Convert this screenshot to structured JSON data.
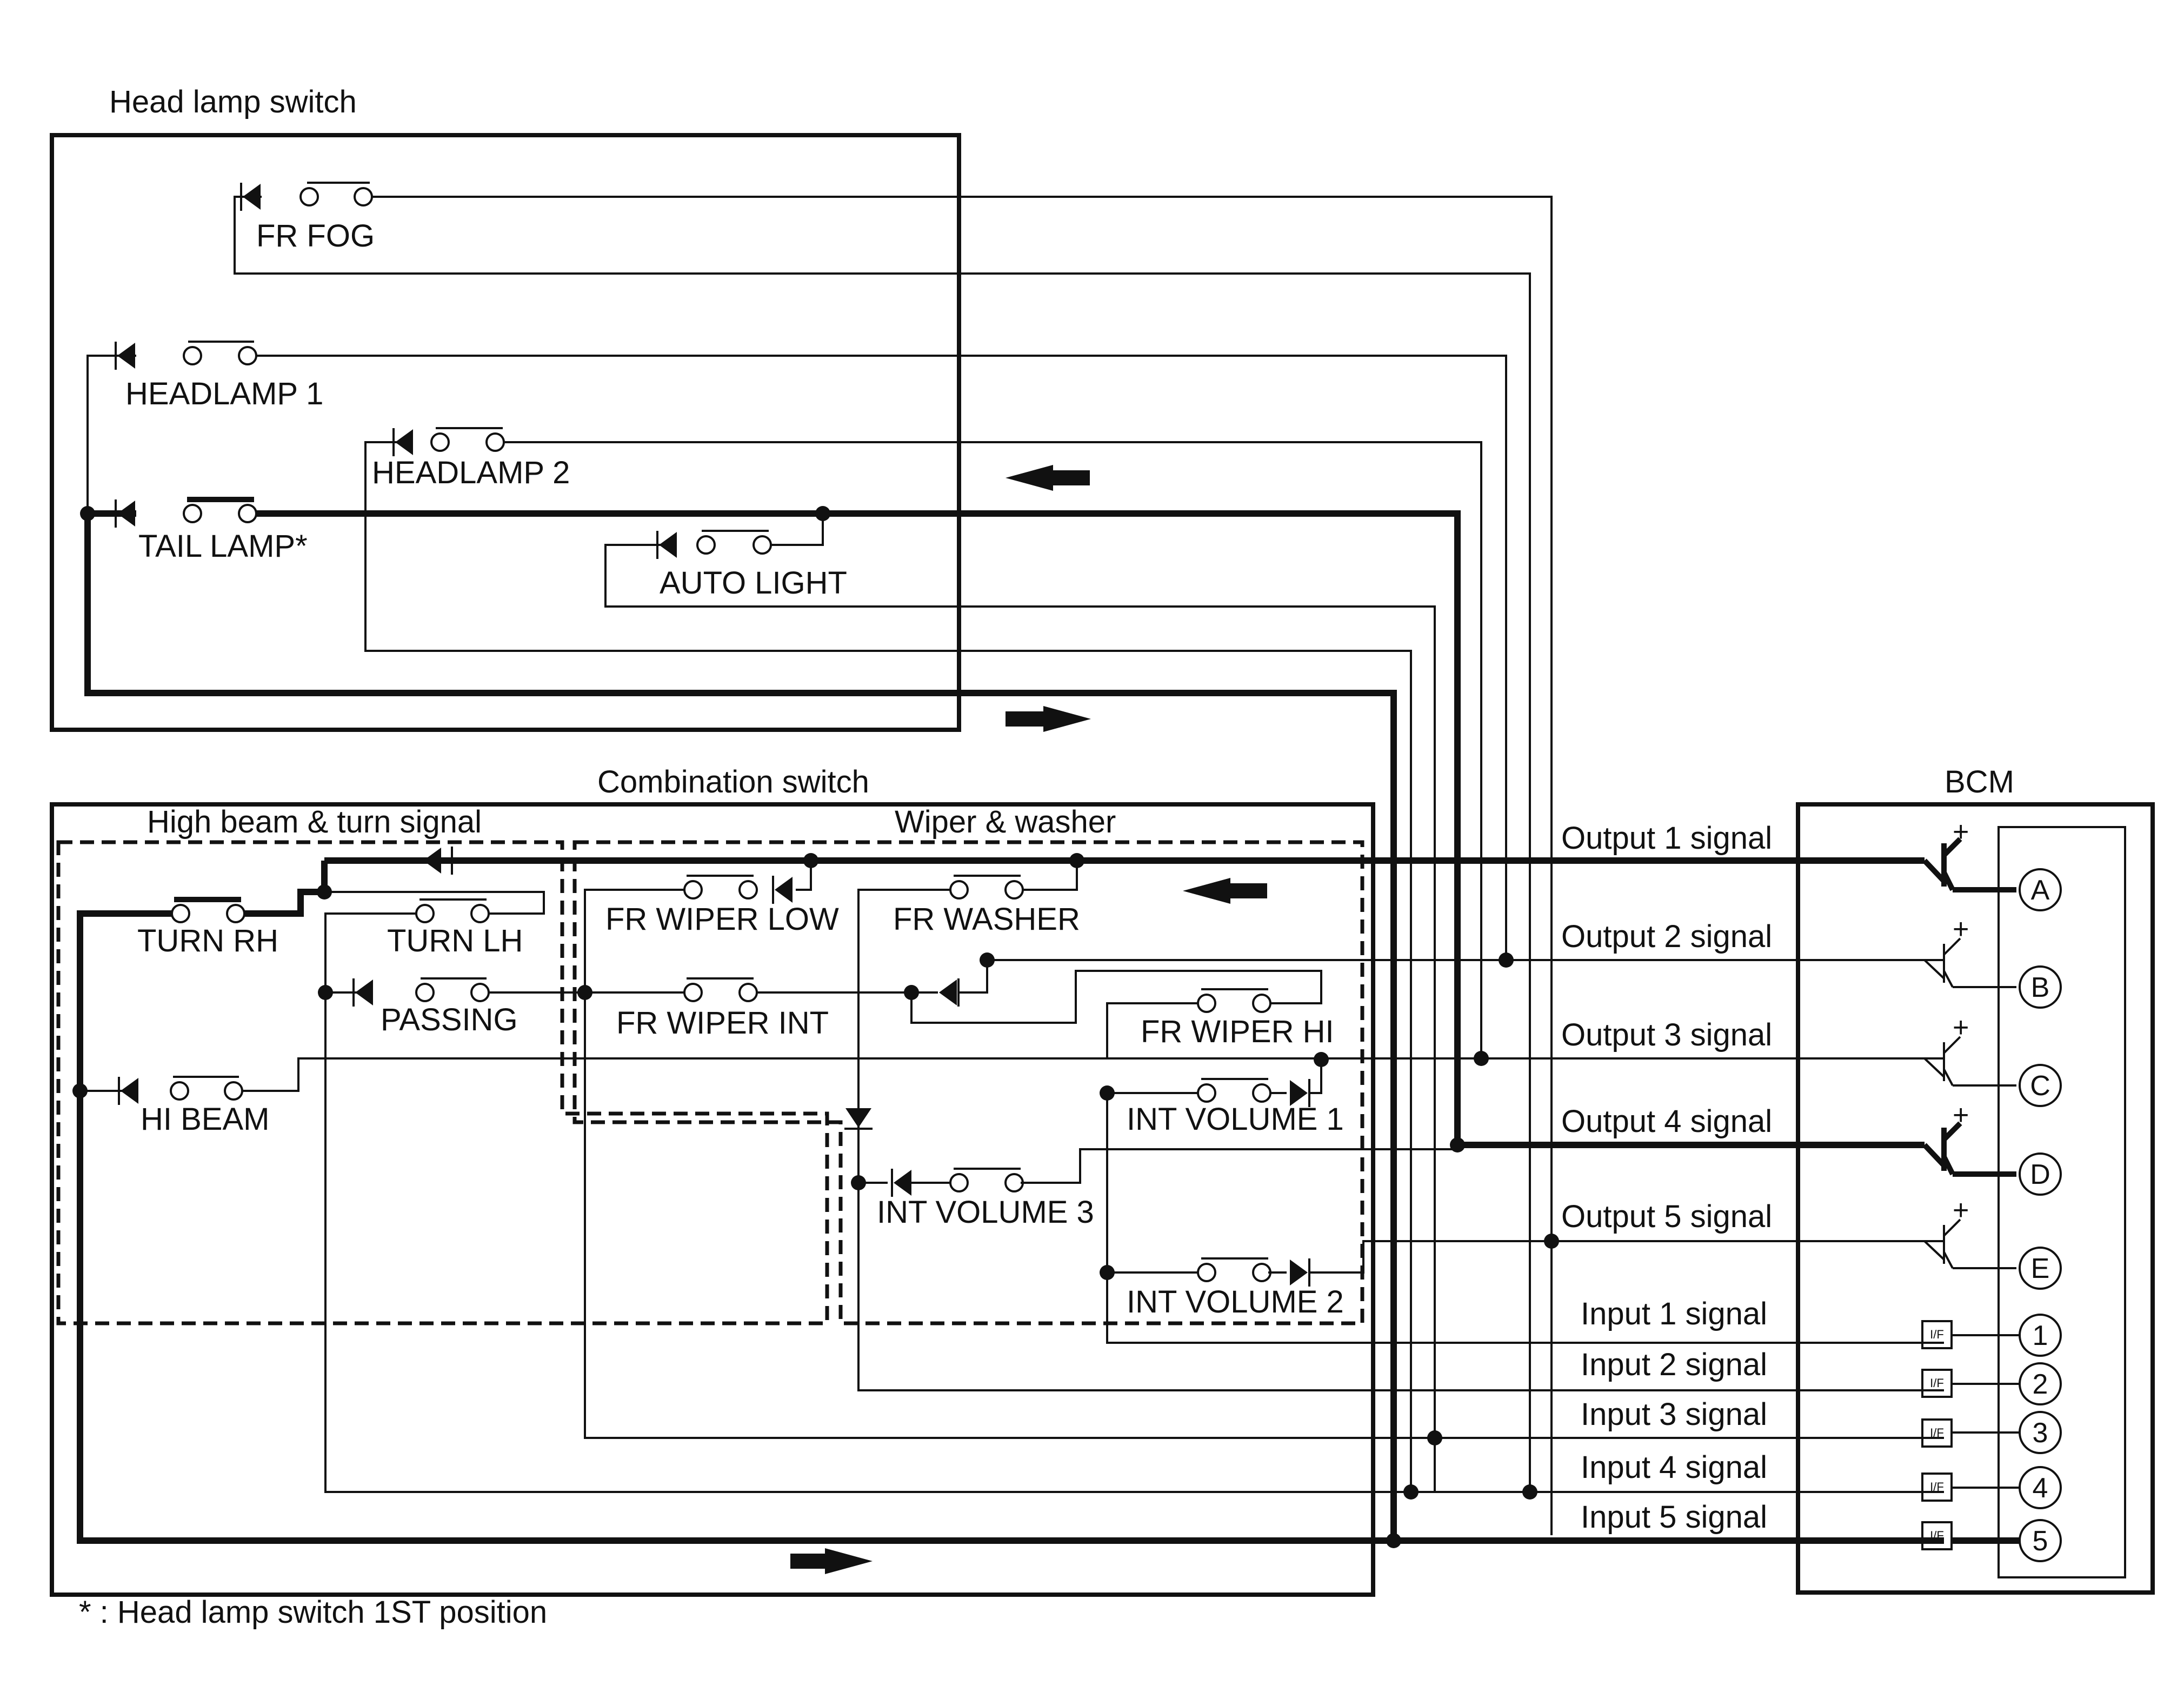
{
  "groups": {
    "head_lamp_switch": "Head lamp switch",
    "combination_switch": "Combination switch",
    "high_beam_turn": "High beam & turn signal",
    "wiper_washer": "Wiper & washer",
    "bcm": "BCM"
  },
  "switches": {
    "fr_fog": "FR FOG",
    "headlamp1": "HEADLAMP 1",
    "headlamp2": "HEADLAMP 2",
    "tail_lamp": "TAIL LAMP*",
    "auto_light": "AUTO LIGHT",
    "turn_rh": "TURN RH",
    "turn_lh": "TURN LH",
    "passing": "PASSING",
    "hi_beam": "HI BEAM",
    "fr_wiper_low": "FR WIPER LOW",
    "fr_washer": "FR WASHER",
    "fr_wiper_int": "FR WIPER INT",
    "fr_wiper_hi": "FR WIPER HI",
    "int_volume1": "INT VOLUME 1",
    "int_volume3": "INT VOLUME 3",
    "int_volume2": "INT VOLUME 2"
  },
  "signals": {
    "output1": "Output 1 signal",
    "output2": "Output 2 signal",
    "output3": "Output 3 signal",
    "output4": "Output 4 signal",
    "output5": "Output 5 signal",
    "input1": "Input 1 signal",
    "input2": "Input 2 signal",
    "input3": "Input 3 signal",
    "input4": "Input 4 signal",
    "input5": "Input 5 signal"
  },
  "terminals": {
    "a": "A",
    "b": "B",
    "c": "C",
    "d": "D",
    "e": "E",
    "t1": "1",
    "t2": "2",
    "t3": "3",
    "t4": "4",
    "t5": "5",
    "plus": "+",
    "if_label": "I/F"
  },
  "footnote": "* : Head lamp switch 1ST position"
}
